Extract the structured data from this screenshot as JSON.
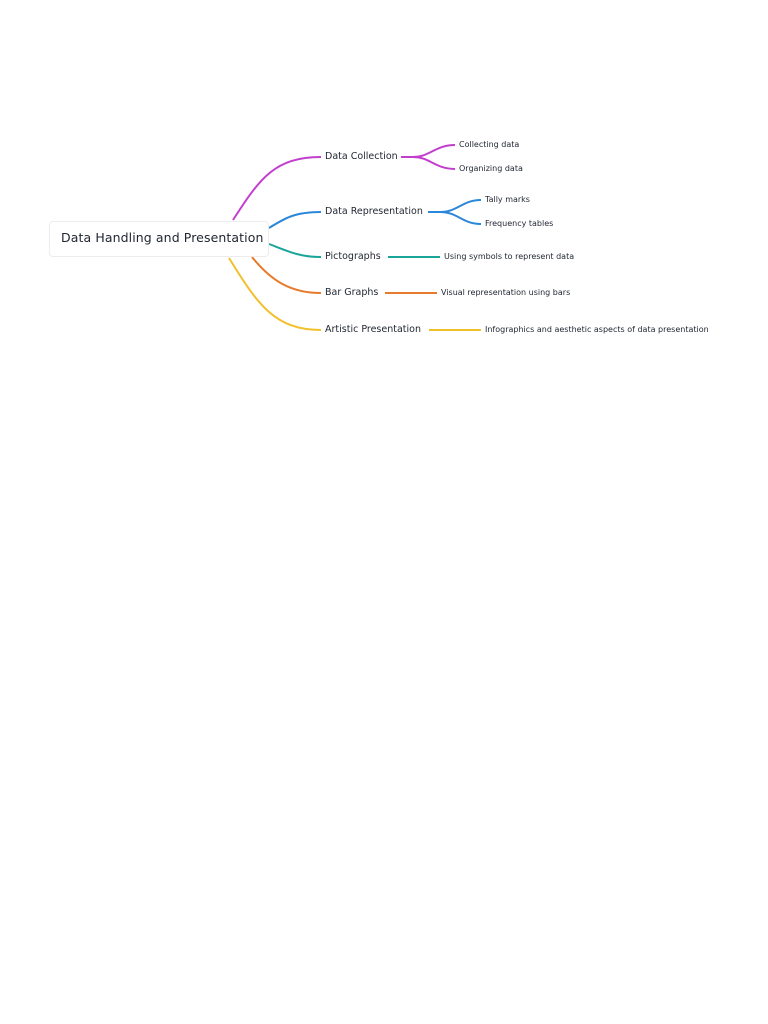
{
  "root": {
    "label": "Data Handling and Presentation"
  },
  "branches": [
    {
      "label": "Data Collection",
      "color": "#c33ecf",
      "children": [
        "Collecting data",
        "Organizing data"
      ]
    },
    {
      "label": "Data Representation",
      "color": "#2b87d8",
      "children": [
        "Tally marks",
        "Frequency tables"
      ]
    },
    {
      "label": "Pictographs",
      "color": "#1aa59a",
      "children": [
        "Using symbols to represent data"
      ]
    },
    {
      "label": "Bar Graphs",
      "color": "#e87a2c",
      "children": [
        "Visual representation using bars"
      ]
    },
    {
      "label": "Artistic Presentation",
      "color": "#f2c02a",
      "children": [
        "Infographics and aesthetic aspects of data presentation"
      ]
    }
  ]
}
